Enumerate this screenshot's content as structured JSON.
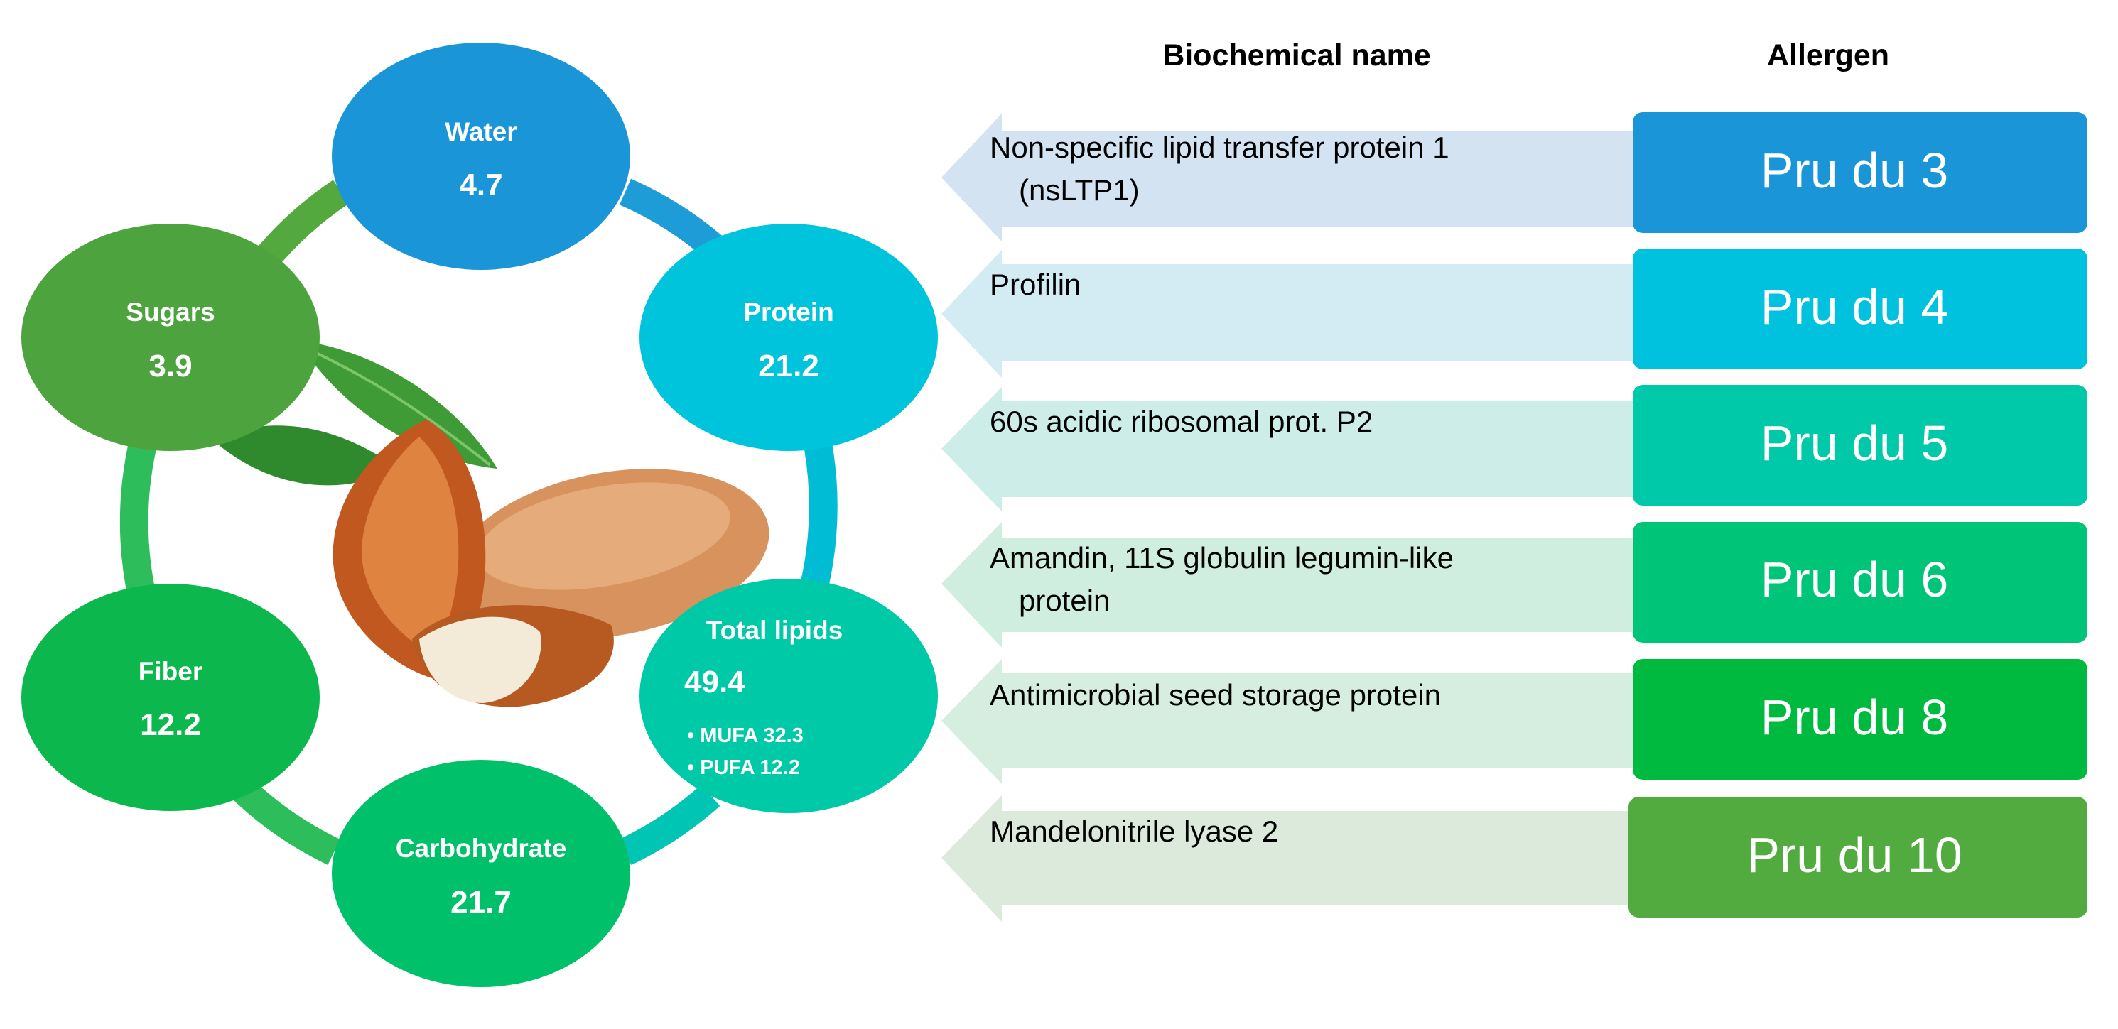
{
  "nutrients": {
    "water": {
      "label": "Water",
      "value": "4.7"
    },
    "protein": {
      "label": "Protein",
      "value": "21.2"
    },
    "total_lipids": {
      "label": "Total lipids",
      "value": "49.4",
      "mufa": "• MUFA 32.3",
      "pufa": "• PUFA 12.2"
    },
    "carbohydrate": {
      "label": "Carbohydrate",
      "value": "21.7"
    },
    "fiber": {
      "label": "Fiber",
      "value": "12.2"
    },
    "sugars": {
      "label": "Sugars",
      "value": "3.9"
    }
  },
  "headers": {
    "biochemical_name": "Biochemical name",
    "allergen": "Allergen"
  },
  "allergens": [
    {
      "name_line1": "Non-specific lipid transfer protein 1",
      "name_line2": "(nsLTP1)",
      "allergen": "Pru du 3"
    },
    {
      "name_line1": "Profilin",
      "name_line2": "",
      "allergen": "Pru du 4"
    },
    {
      "name_line1": "60s acidic ribosomal prot. P2",
      "name_line2": "",
      "allergen": "Pru du 5"
    },
    {
      "name_line1": "Amandin, 11S globulin legumin-like",
      "name_line2": "protein",
      "allergen": "Pru du 6"
    },
    {
      "name_line1": "Antimicrobial seed storage protein",
      "name_line2": "",
      "allergen": "Pru du 8"
    },
    {
      "name_line1": "Mandelonitrile lyase 2",
      "name_line2": "",
      "allergen": "Pru du 10"
    }
  ],
  "colors": {
    "ring_blue": "#1e9cd7",
    "ring_cyan": "#00bcd4",
    "ring_green": "#2dbd5a",
    "ring_olive": "#53a83e",
    "water": "#1a96d8",
    "protein": "#00c4dc",
    "total_lipids": "#00c9a7",
    "carbohydrate": "#00c06a",
    "fiber": "#0cb84e",
    "sugars": "#4da33d",
    "box_colors": [
      "#1a96d8",
      "#00c2de",
      "#00c9a9",
      "#00c478",
      "#00ba3f",
      "#52ab3f"
    ],
    "arrow_colors": [
      "#d3e3f2",
      "#d3ecf3",
      "#cdeee8",
      "#cfeee0",
      "#d6eedf",
      "#dbeadb"
    ]
  }
}
